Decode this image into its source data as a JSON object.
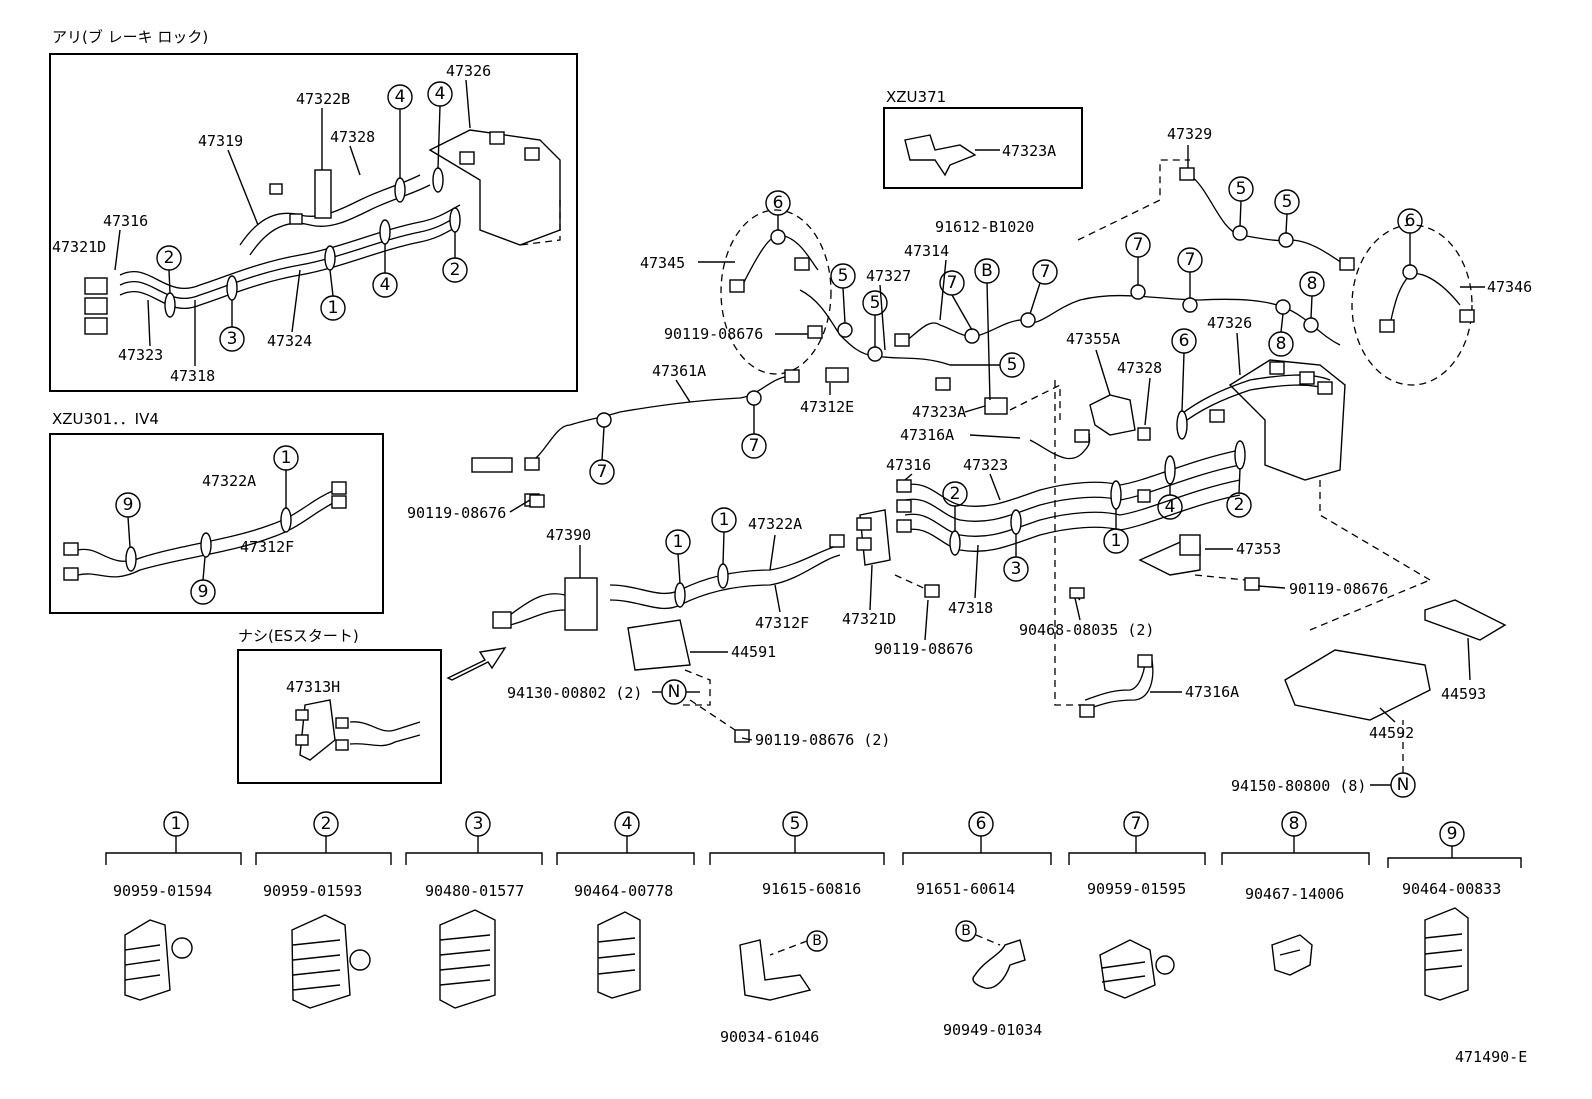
{
  "diagram_code": "471490-E",
  "insets": {
    "brake_lock": {
      "caption": "アリ(ブ レーキ ロック)"
    },
    "xzu301": {
      "caption": "XZU301．．IV4"
    },
    "xzu371": {
      "caption": "XZU371"
    },
    "es_start": {
      "caption": "ナシ(ESスタート)"
    }
  },
  "part_labels": [
    "47326",
    "47322B",
    "47328",
    "47319",
    "47316",
    "47321D",
    "47323",
    "47318",
    "47324",
    "47322A",
    "47312F",
    "47313H",
    "47323A",
    "47329",
    "47346",
    "47345",
    "91612-B1020",
    "47314",
    "47327",
    "90119-08676",
    "47312E",
    "47361A",
    "47355A",
    "47323A",
    "47316A",
    "47326",
    "47328",
    "47316",
    "47323",
    "47390",
    "47322A",
    "90119-08676",
    "47353",
    "47312F",
    "47321D",
    "47318",
    "90119-08676",
    "90468-08035 (2)",
    "44591",
    "94130-00802 (2)",
    "90119-08676 (2)",
    "47316A",
    "44593",
    "44592",
    "94150-80800 (8)",
    "90119-08676"
  ],
  "callout_markers": [
    "1",
    "2",
    "3",
    "4",
    "5",
    "6",
    "7",
    "8",
    "9",
    "B",
    "N"
  ],
  "legend": [
    {
      "index": "1",
      "parts": [
        "90959-01594"
      ]
    },
    {
      "index": "2",
      "parts": [
        "90959-01593"
      ]
    },
    {
      "index": "3",
      "parts": [
        "90480-01577"
      ]
    },
    {
      "index": "4",
      "parts": [
        "90464-00778"
      ]
    },
    {
      "index": "5",
      "parts": [
        "91615-60816",
        "90034-61046"
      ]
    },
    {
      "index": "6",
      "parts": [
        "91651-60614",
        "90949-01034"
      ]
    },
    {
      "index": "7",
      "parts": [
        "90959-01595"
      ]
    },
    {
      "index": "8",
      "parts": [
        "90467-14006"
      ]
    },
    {
      "index": "9",
      "parts": [
        "90464-00833"
      ]
    }
  ]
}
